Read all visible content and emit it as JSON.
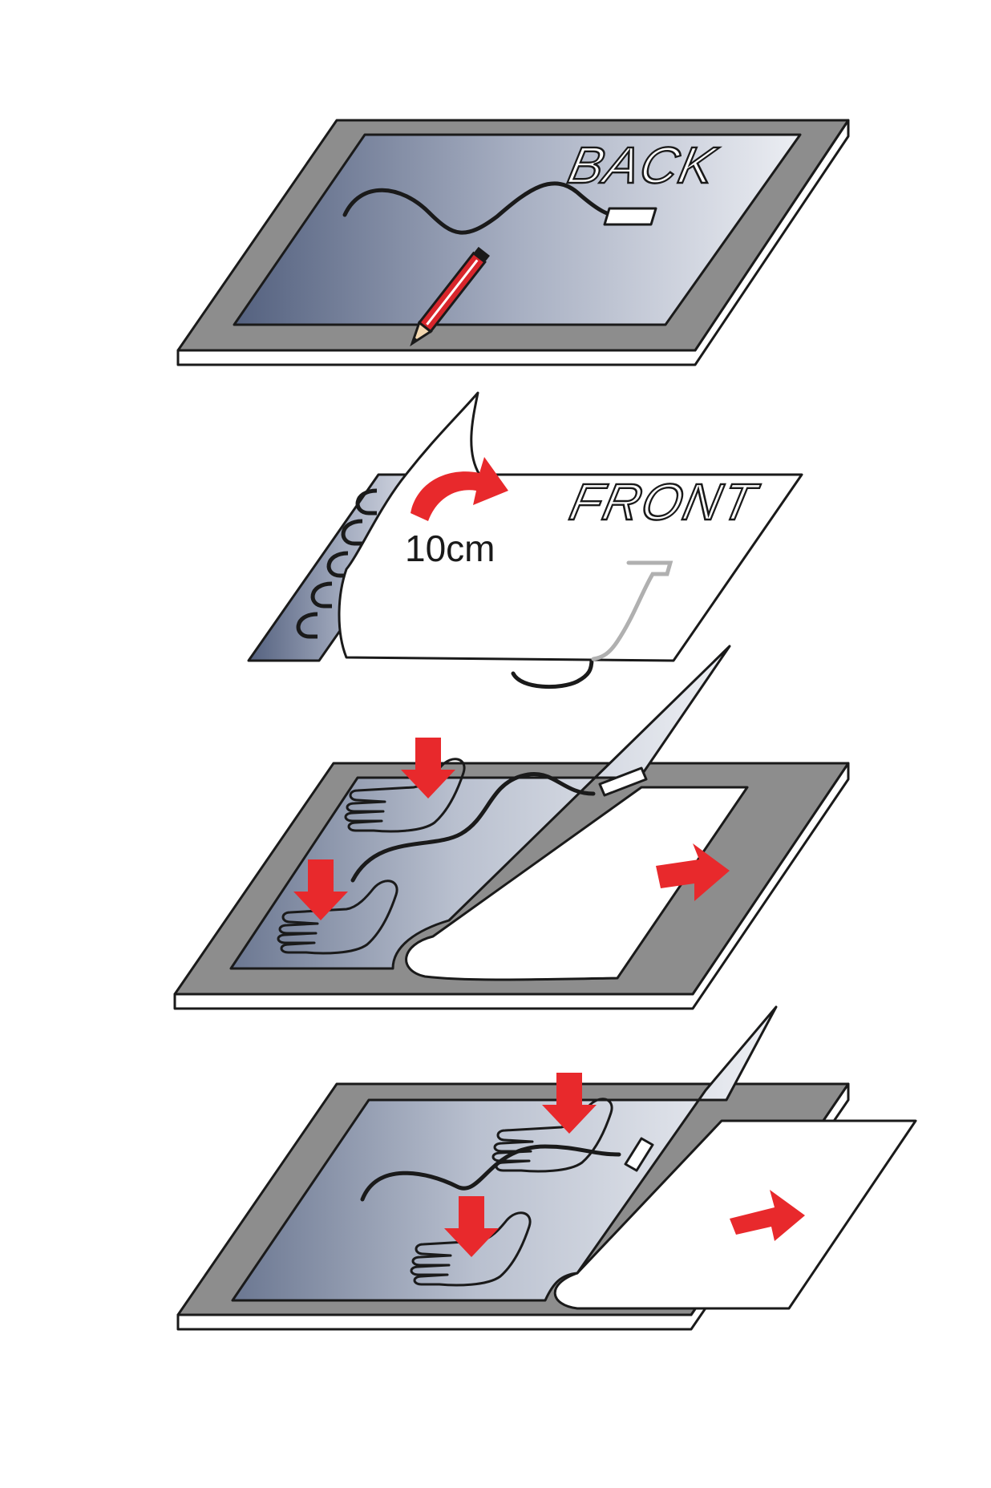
{
  "labels": {
    "back": "BACK",
    "front": "FRONT",
    "distance": "10cm"
  },
  "colors": {
    "frame": "#8d8d8d",
    "panel_dark": "#54617f",
    "panel_light": "#eceef3",
    "arrow": "#e8292c",
    "outline": "#1a1a1a"
  },
  "steps": [
    {
      "panel": "back",
      "icons": [
        "cable-icon",
        "connector-icon",
        "pencil-icon"
      ]
    },
    {
      "panel": "front",
      "icons": [
        "curved-arrow-icon",
        "heating-coil-icon",
        "cable-icon"
      ]
    },
    {
      "panel": "peel-half",
      "icons": [
        "hand-icon",
        "hand-icon",
        "down-arrow-icon",
        "down-arrow-icon",
        "right-arrow-icon"
      ]
    },
    {
      "panel": "peel-full",
      "icons": [
        "hand-icon",
        "hand-icon",
        "down-arrow-icon",
        "down-arrow-icon",
        "right-arrow-icon"
      ]
    }
  ]
}
